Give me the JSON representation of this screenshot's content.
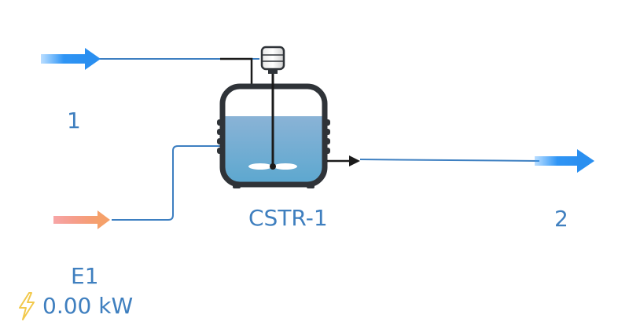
{
  "streams": {
    "inlet_label": "1",
    "outlet_label": "2"
  },
  "reactor": {
    "label": "CSTR-1",
    "type": "continuous stirred tank reactor"
  },
  "energy_stream": {
    "label": "E1",
    "duty": "0.00 kW"
  },
  "icons": {
    "inlet_arrow": "arrow-right-icon",
    "outlet_arrow": "arrow-right-icon",
    "energy_arrow": "arrow-right-icon",
    "motor": "agitator-motor-icon",
    "energy": "lightning-bolt-icon"
  },
  "colors": {
    "material_stream": "#3d7fc1",
    "material_arrow": "#2e8ff0",
    "energy_arrow": "#f08a6a",
    "label_text": "#3f7fbf",
    "vessel_liquid": "#6fa4cc",
    "vessel_outline": "#2f3338",
    "bolt": "#f2c94c"
  }
}
